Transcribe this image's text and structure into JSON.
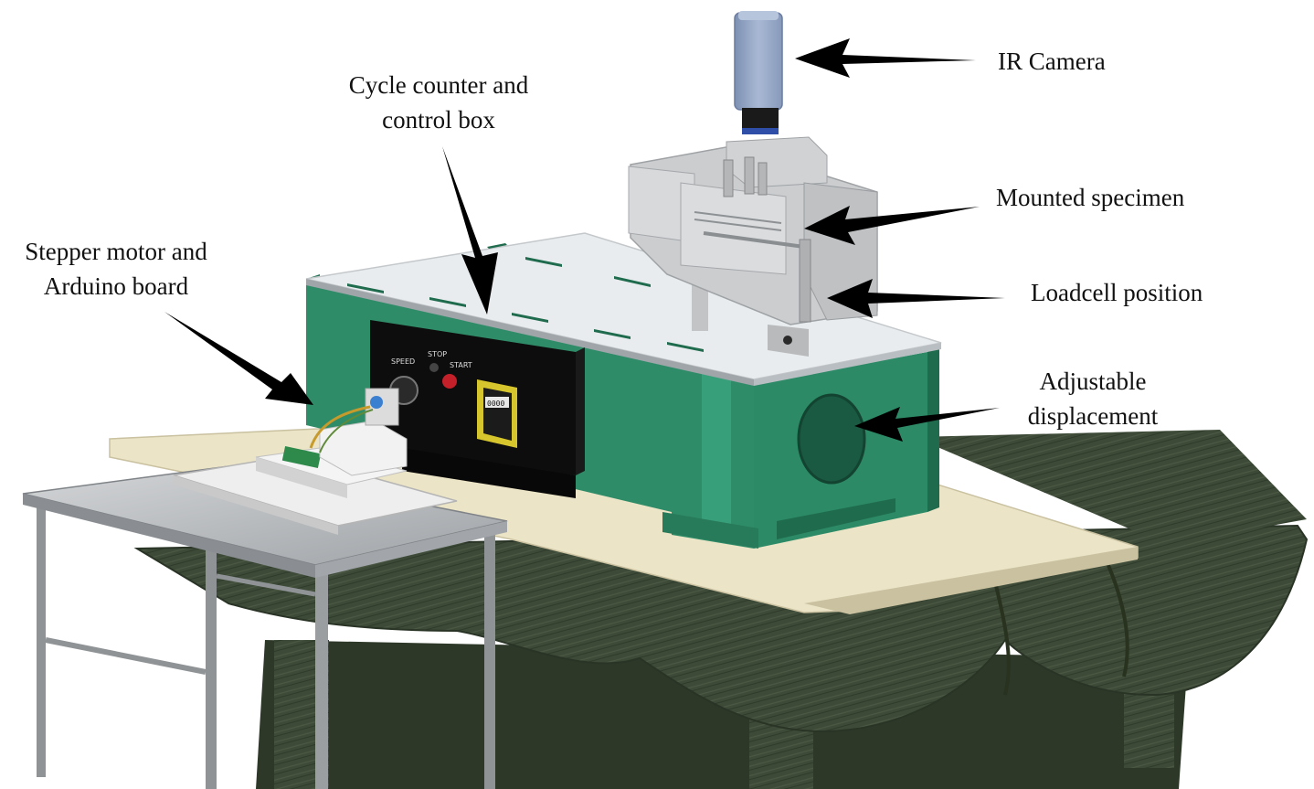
{
  "figure": {
    "labels": {
      "ir_camera": "IR Camera",
      "cycle_counter": [
        "Cycle counter and",
        "control box"
      ],
      "mounted_specimen": "Mounted specimen",
      "loadcell": "Loadcell position",
      "adjustable": [
        "Adjustable",
        "displacement"
      ],
      "stepper": [
        "Stepper motor and",
        "Arduino board"
      ]
    },
    "panel_text": {
      "button_left": "SPEED",
      "button_mid": "STOP",
      "button_right": "START",
      "counter_digits": "0000"
    }
  },
  "colors": {
    "green_frame": "#2f8c68",
    "green_dark": "#1f6b4d",
    "top_plate": "#e9ecee",
    "control_box": "#0d0d0d",
    "counter_yellow": "#d6c52c",
    "bench_top": "#ebe4c6",
    "wood": "#3e4a38",
    "steel_table": "#b9bcbf",
    "fixture_grey": "#c7c9cb",
    "camera_body": "#8fa2c2",
    "arrow": "#000000"
  }
}
